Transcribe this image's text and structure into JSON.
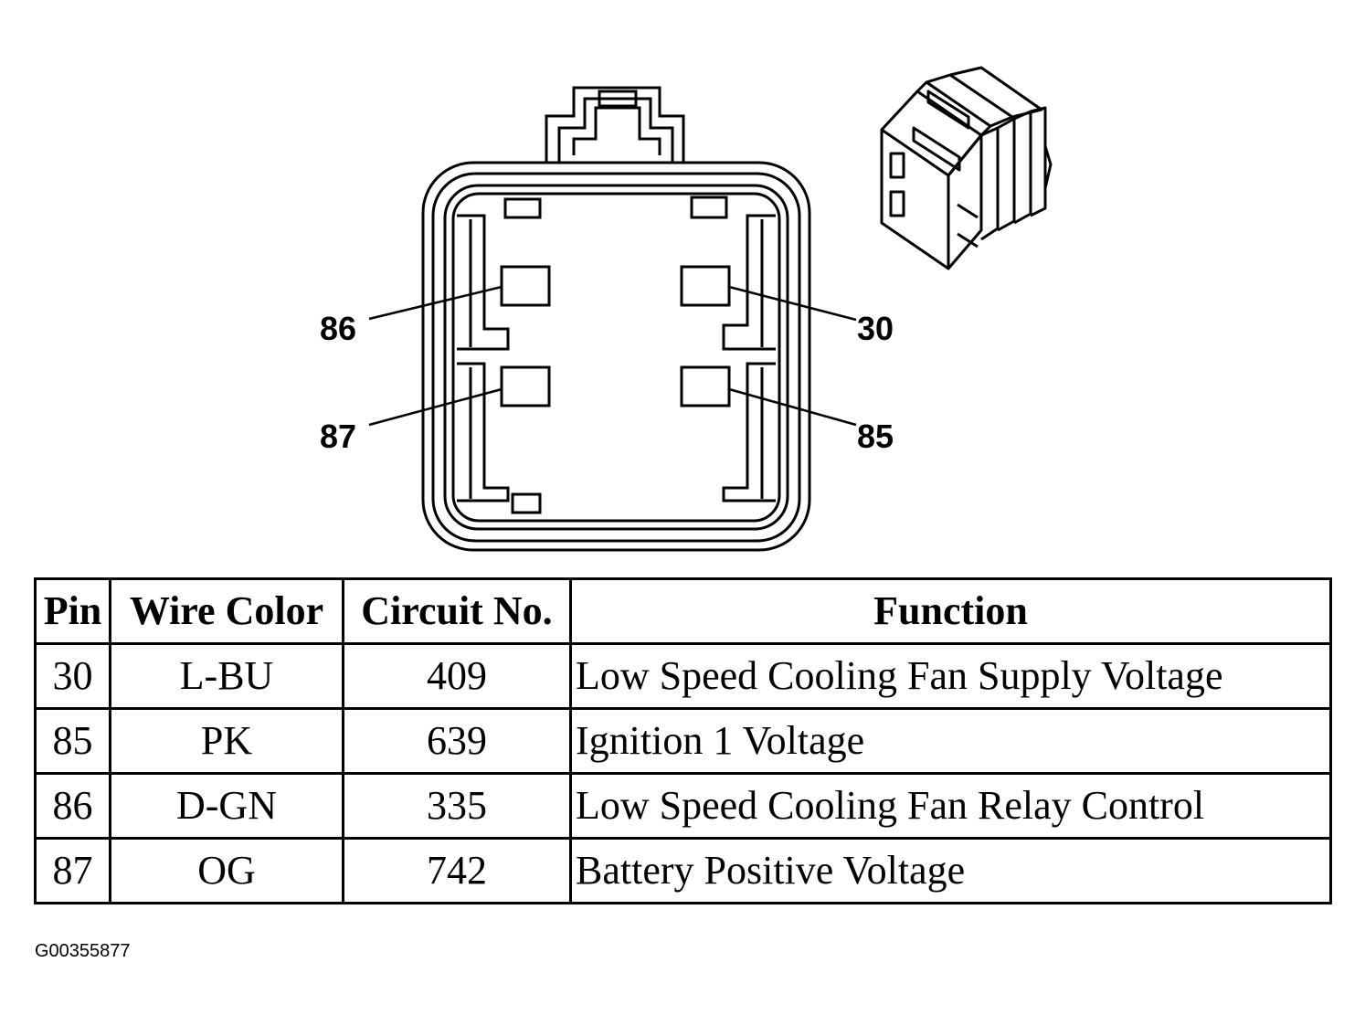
{
  "pins": {
    "top_left": "86",
    "top_right": "30",
    "bottom_left": "87",
    "bottom_right": "85"
  },
  "table": {
    "headers": [
      "Pin",
      "Wire Color",
      "Circuit No.",
      "Function"
    ],
    "rows": [
      [
        "30",
        "L-BU",
        "409",
        "Low Speed Cooling Fan Supply Voltage"
      ],
      [
        "85",
        "PK",
        "639",
        "Ignition 1 Voltage"
      ],
      [
        "86",
        "D-GN",
        "335",
        "Low Speed Cooling Fan Relay Control"
      ],
      [
        "87",
        "OG",
        "742",
        "Battery Positive Voltage"
      ]
    ]
  },
  "figure_id": "G00355877"
}
